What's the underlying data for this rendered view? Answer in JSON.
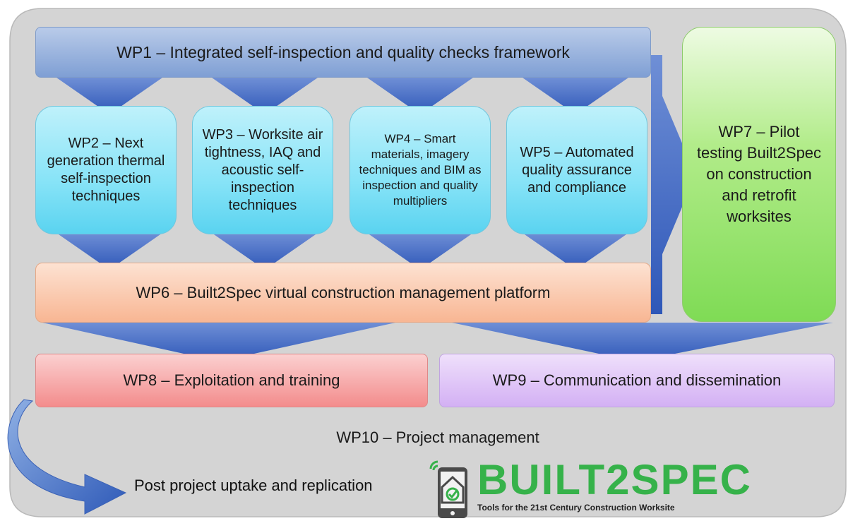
{
  "wp1": "WP1 – Integrated self-inspection and quality checks framework",
  "wp2": "WP2 – Next generation thermal self-inspection techniques",
  "wp3": "WP3 – Worksite air tightness, IAQ and acoustic self-inspection techniques",
  "wp4": "WP4 – Smart materials, imagery techniques and BIM as inspection and quality multipliers",
  "wp5": "WP5 – Automated quality assurance and compliance",
  "wp6": "WP6 – Built2Spec virtual construction management platform",
  "wp7": "WP7 – Pilot testing Built2Spec on construction and retrofit worksites",
  "wp8": "WP8 – Exploitation and training",
  "wp9": "WP9 – Communication and dissemination",
  "wp10": "WP10 – Project management",
  "post_project": "Post project uptake and replication",
  "logo": {
    "word": "BUILT2SPEC",
    "tagline": "Tools for the 21st Century Construction Worksite"
  },
  "colors": {
    "background_panel": "#d3d3d3",
    "arrow_blue": "#3a64c0",
    "logo_green": "#36b24a"
  }
}
